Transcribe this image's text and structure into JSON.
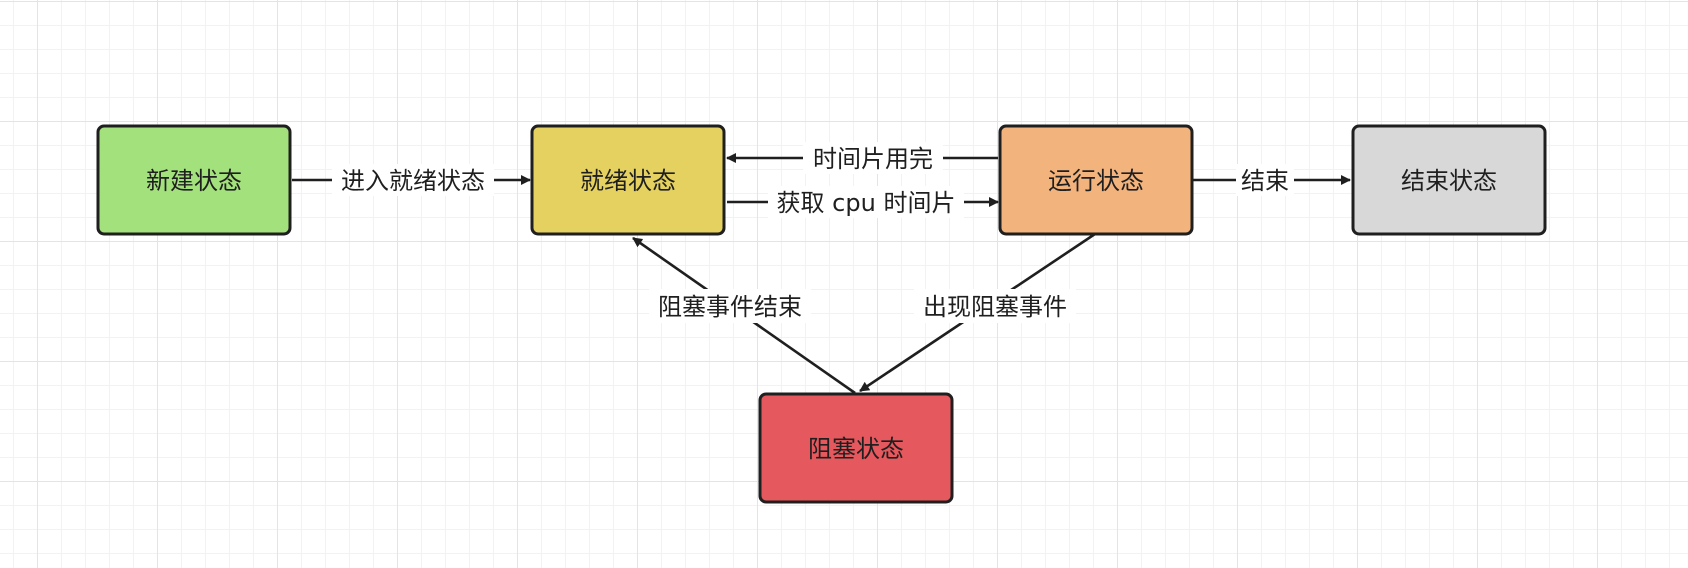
{
  "nodes": {
    "new": {
      "label": "新建状态",
      "color": "#a3e17c"
    },
    "ready": {
      "label": "就绪状态",
      "color": "#e4d160"
    },
    "running": {
      "label": "运行状态",
      "color": "#f2b37d"
    },
    "terminated": {
      "label": "结束状态",
      "color": "#d8d8d8"
    },
    "blocked": {
      "label": "阻塞状态",
      "color": "#e5585d"
    }
  },
  "edges": {
    "new_to_ready": "进入就绪状态",
    "running_to_ready": "时间片用完",
    "ready_to_running": "获取 cpu 时间片",
    "running_to_terminated": "结束",
    "blocked_to_ready": "阻塞事件结束",
    "running_to_blocked": "出现阻塞事件"
  },
  "colors": {
    "stroke": "#1f1f1f",
    "grid": "#e4e4e4"
  }
}
